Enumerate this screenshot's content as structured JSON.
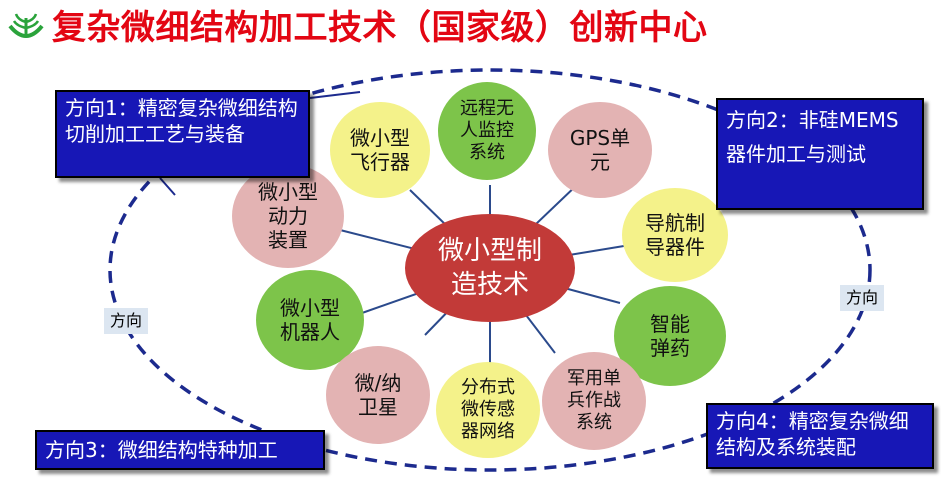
{
  "header": {
    "title": "复杂微细结构加工技术（国家级）创新中心"
  },
  "center": {
    "label": "微小型制\n造技术",
    "color": "#c23a38"
  },
  "nodes": {
    "remote_unmanned": "远程无\n人监控\n系统",
    "micro_aircraft": "微小型\n飞行器",
    "gps_unit": "GPS单\n元",
    "micro_power": "微小型\n动力\n装置",
    "navigation": "导航制\n导器件",
    "micro_robot": "微小型\n机器人",
    "smart_munition": "智能\n弹药",
    "micro_satellite": "微/纳\n卫星",
    "sensor_network": "分布式\n微传感\n器网络",
    "military_combat": "军用单\n兵作战\n系统"
  },
  "directions": {
    "d1": "方向1：精密复杂微细结构切削加工工艺与装备",
    "d2": "方向2：非硅MEMS器件加工与测试",
    "d3": "方向3：微细结构特种加工",
    "d4": "方向4：精密复杂微细结构及系统装配"
  },
  "side_labels": {
    "left": "方向",
    "right": "方向"
  },
  "colors": {
    "title": "#e30613",
    "green_node": "#7dc44a",
    "pink_node": "#e3b3b3",
    "yellow_node": "#f4f28a",
    "direction_box": "#1717b6",
    "ellipse_stroke": "#1c2a8e"
  },
  "icons": {
    "logo": "green-wheat-logo-icon"
  }
}
